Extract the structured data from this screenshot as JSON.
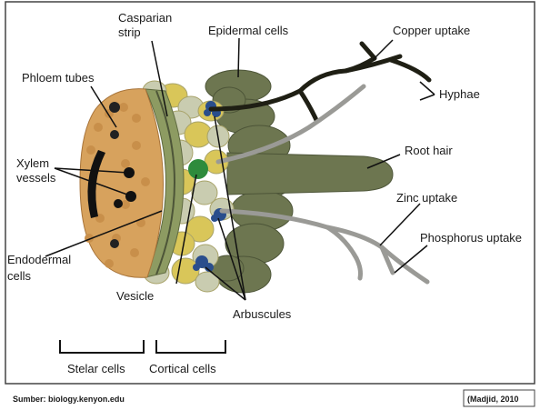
{
  "labels": {
    "casparian_strip_line1": "Casparian",
    "casparian_strip_line2": "strip",
    "epidermal_cells": "Epidermal cells",
    "copper_uptake": "Copper uptake",
    "hyphae": "Hyphae",
    "phloem_tubes": "Phloem tubes",
    "xylem_vessels_line1": "Xylem",
    "xylem_vessels_line2": "vessels",
    "root_hair": "Root hair",
    "zinc_uptake": "Zinc uptake",
    "phosphorus_uptake": "Phosphorus uptake",
    "endodermal_cells_line1": "Endodermal",
    "endodermal_cells_line2": "cells",
    "vesicle": "Vesicle",
    "arbuscules": "Arbuscules",
    "stelar_cells": "Stelar cells",
    "cortical_cells": "Cortical cells"
  },
  "footer": {
    "source": "Sumber: biology.kenyon.edu",
    "citation": "(Madjid, 2010"
  },
  "colors": {
    "stele": "#d7a25d",
    "endodermis": "#8d9b62",
    "cortex_yellow": "#d9c659",
    "cortex_light": "#c9ccb0",
    "epidermis": "#6d7650",
    "hyphae_dark": "#1f1f14",
    "hyphae_gray": "#9a9a96",
    "vesicle": "#2e8b3c",
    "arbuscule": "#2a4e8c"
  }
}
